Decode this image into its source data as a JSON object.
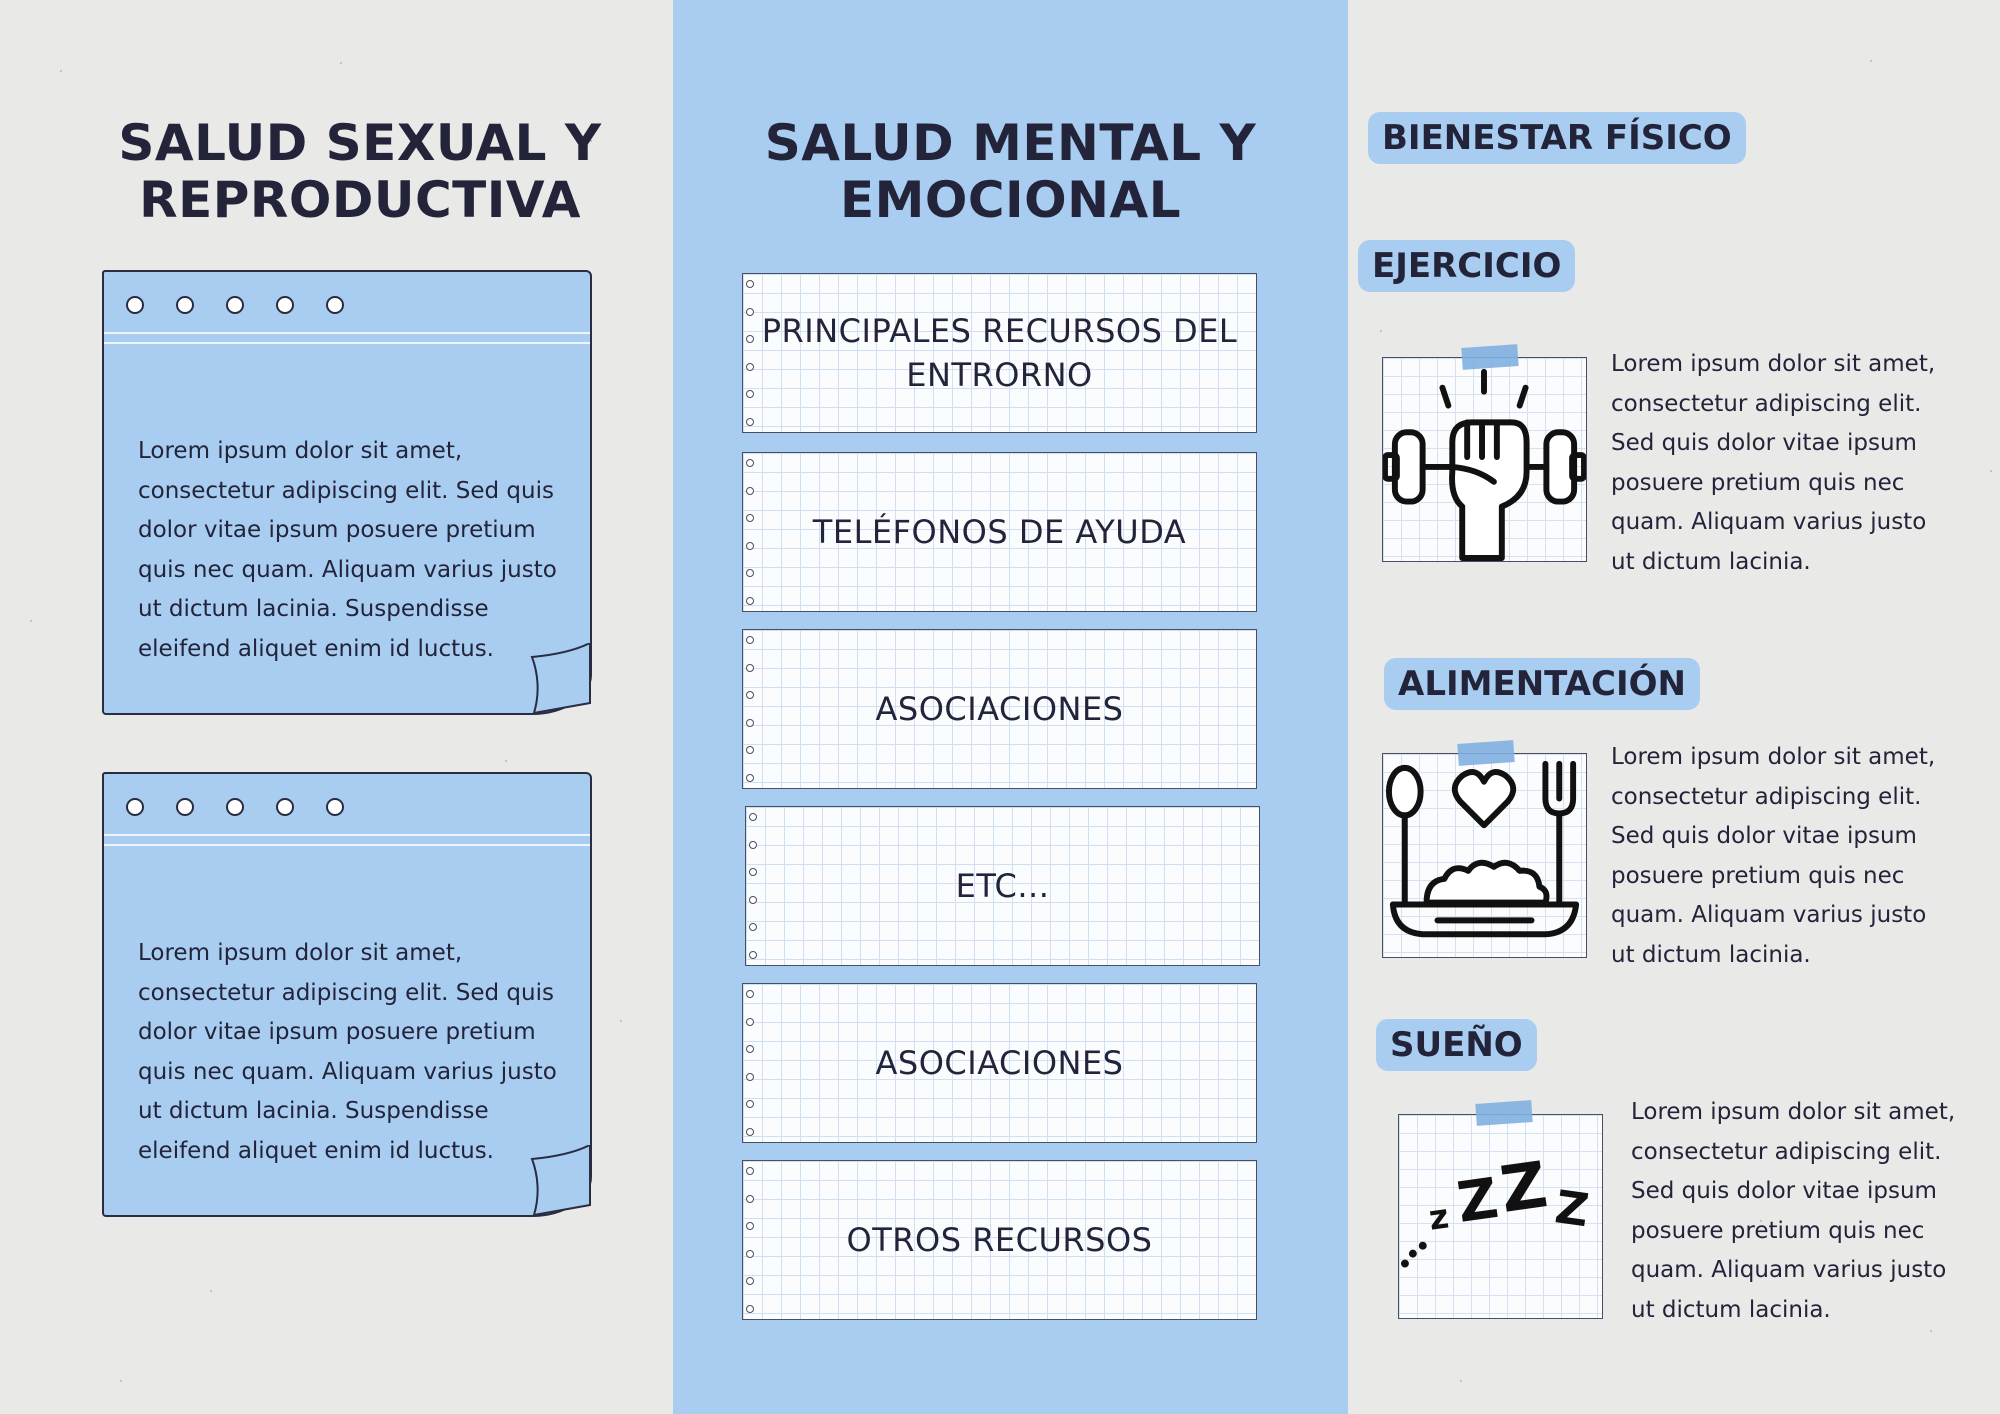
{
  "colors": {
    "background": "#e9e9e8",
    "accent_blue": "#a8cdf0",
    "ink": "#23243a"
  },
  "left": {
    "title_line1": "SALUD SEXUAL Y",
    "title_line2": "REPRODUCTIVA",
    "notes": [
      {
        "text": "Lorem ipsum dolor sit amet, consectetur adipiscing elit. Sed quis dolor vitae ipsum posuere pretium quis nec quam. Aliquam varius justo ut dictum lacinia. Suspendisse eleifend aliquet enim id luctus."
      },
      {
        "text": "Lorem ipsum dolor sit amet, consectetur adipiscing elit. Sed quis dolor vitae ipsum posuere pretium quis nec quam. Aliquam varius justo ut dictum lacinia. Suspendisse eleifend aliquet enim id luctus."
      }
    ]
  },
  "middle": {
    "title_line1": "SALUD MENTAL Y",
    "title_line2": "EMOCIONAL",
    "cards": [
      {
        "label_line1": "PRINCIPALES RECURSOS DEL",
        "label_line2": "ENTRORNO"
      },
      {
        "label_line1": "TELÉFONOS DE AYUDA",
        "label_line2": ""
      },
      {
        "label_line1": "ASOCIACIONES",
        "label_line2": ""
      },
      {
        "label_line1": "ETC...",
        "label_line2": ""
      },
      {
        "label_line1": "ASOCIACIONES",
        "label_line2": ""
      },
      {
        "label_line1": "OTROS RECURSOS",
        "label_line2": ""
      }
    ]
  },
  "right": {
    "title": "BIENESTAR FÍSICO",
    "sections": [
      {
        "label": "EJERCICIO",
        "icon": "dumbbell-fist-icon",
        "text": "Lorem ipsum dolor sit amet, consectetur adipiscing elit. Sed quis dolor vitae ipsum posuere pretium quis nec quam. Aliquam varius justo ut dictum lacinia."
      },
      {
        "label": "ALIMENTACIÓN",
        "icon": "healthy-food-icon",
        "text": "Lorem ipsum dolor sit amet, consectetur adipiscing elit. Sed quis dolor vitae ipsum posuere pretium quis nec quam. Aliquam varius justo ut dictum lacinia."
      },
      {
        "label": "SUEÑO",
        "icon": "sleep-zzz-icon",
        "text": "Lorem ipsum dolor sit amet, consectetur adipiscing elit. Sed quis dolor vitae ipsum posuere pretium quis nec quam. Aliquam varius justo ut dictum lacinia."
      }
    ],
    "zzz_glyph": "zZZz"
  }
}
